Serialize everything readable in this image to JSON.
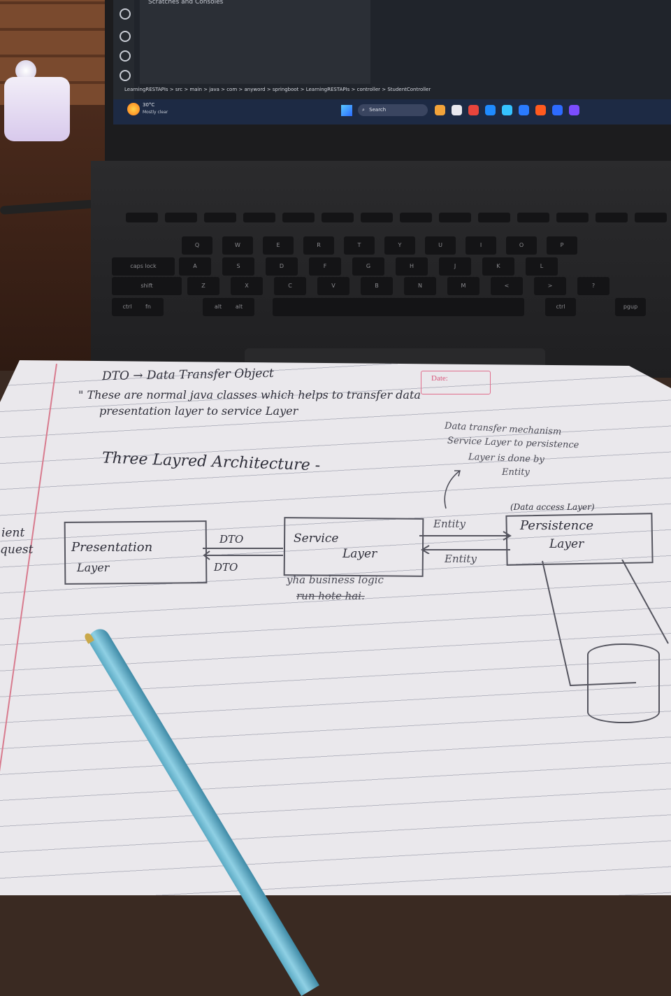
{
  "laptop": {
    "ide_title": "Scratches and Consoles",
    "breadcrumb": "LearningRESTAPIs > src > main > java > com > anyword > springboot > LearningRESTAPIs > controller > StudentController",
    "weather_temp": "30°C",
    "weather_desc": "Mostly clear",
    "search_label": "Search",
    "keys_row1": [
      "Q",
      "W",
      "E",
      "R",
      "T",
      "Y",
      "U",
      "I",
      "O",
      "P"
    ],
    "keys_row2": [
      "caps lock",
      "A",
      "S",
      "D",
      "F",
      "G",
      "H",
      "J",
      "K",
      "L"
    ],
    "keys_row3": [
      "shift",
      "Z",
      "X",
      "C",
      "V",
      "B",
      "N",
      "M",
      "<",
      ">",
      "?"
    ],
    "keys_row4": [
      "ctrl",
      "fn",
      "alt",
      "alt",
      "ctrl",
      "pgup"
    ],
    "taskbar_app_colors": [
      "#f2a33a",
      "#e8e8ef",
      "#e8453c",
      "#1f8bff",
      "#35c2ff",
      "#2a7bff",
      "#ff5a1f",
      "#2d6bff",
      "#7b4dff"
    ]
  },
  "notebook": {
    "date_label": "Date:",
    "line1": "DTO → Data Transfer Object",
    "line2": "\" These are normal java classes which helps to transfer data",
    "line3": "presentation layer to service Layer",
    "heading": "Three Layred Architecture -",
    "note_top_1": "Data transfer mechanism",
    "note_top_2": "Service Layer to persistence",
    "note_top_3": "Layer is done by",
    "note_top_4": "Entity",
    "client_1": "ient",
    "client_2": "quest",
    "presentation_1": "Presentation",
    "presentation_2": "Layer",
    "dto_top": "DTO",
    "dto_bottom": "DTO",
    "service_1": "Service",
    "service_2": "Layer",
    "entity_top": "Entity",
    "entity_bottom": "Entity",
    "persistence_note": "(Data access Layer)",
    "persistence_1": "Persistence",
    "persistence_2": "Layer",
    "service_note_1": "yha business logic",
    "service_note_2": "run hote hai."
  }
}
